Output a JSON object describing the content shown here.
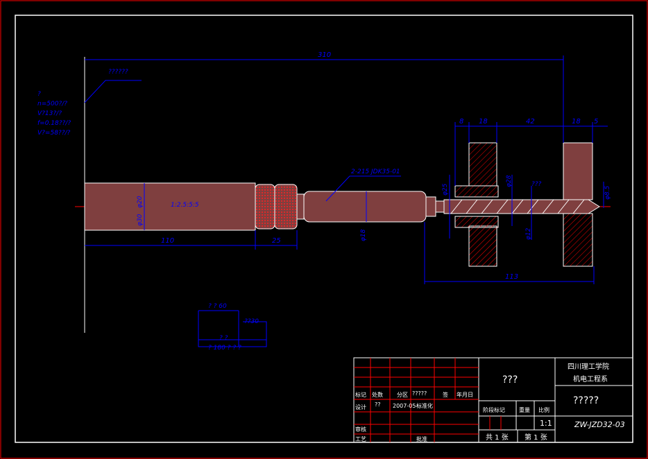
{
  "drawing": {
    "dim_overall_length": "310",
    "dim_110": "110",
    "dim_25": "25",
    "dim_113": "113",
    "dim_8": "8",
    "dim_18a": "18",
    "dim_42": "42",
    "dim_18b": "18",
    "dim_5": "5",
    "dia_handle_a": "φ30",
    "dia_handle_b": "φ20",
    "dia_shank": "φ18",
    "dia_bush_a": "φ25",
    "dia_bush_b": "φ28",
    "dia_bush_c": "φ8.5",
    "dia_pilot_a": "φ12",
    "dia_pilot_b": "???",
    "dia_hole": "φ8.5",
    "shaft_note": "1:2.5:5:5",
    "leader_note_top": "??????",
    "leader_note_taper": "2-215 JDK35-01",
    "process_params": [
      "?",
      "n=500?/?",
      "V?13?/?",
      "f=0.18??/?",
      "V?=58??/?"
    ],
    "detail_box": {
      "label_top": "? ? 60",
      "label_mid": "??30",
      "label_bottom": "? ?",
      "label_dim": "? 180 ? ? ?"
    }
  },
  "title_block": {
    "part_name": "???",
    "school_line1": "四川理工学院",
    "school_line2": "机电工程系",
    "drawing_title": "?????",
    "drawing_number": "ZW-JZD32-03",
    "scale": "1:1",
    "sheet_total": "共 1 张",
    "sheet_num": "第 1 张",
    "row1": [
      "标记",
      "处数",
      "分",
      "区",
      "?????",
      "签",
      "年月日"
    ],
    "row2_label": "设计",
    "row2_name": "??",
    "row2_date": "2007-05-",
    "row2_std": "标准化",
    "row3_label": "审核",
    "row4_label": "工艺",
    "row4_approve": "批准",
    "stage_label": "阶段标记",
    "weight_label": "重量",
    "scale_label": "比例"
  },
  "colors": {
    "background": "#000000",
    "frame": "#ff0000",
    "dimension": "#0000ff",
    "outline": "#ffffff",
    "hatch": "#ff0000",
    "body_fill": "#7f3f3f",
    "centerline": "#ff0000"
  }
}
